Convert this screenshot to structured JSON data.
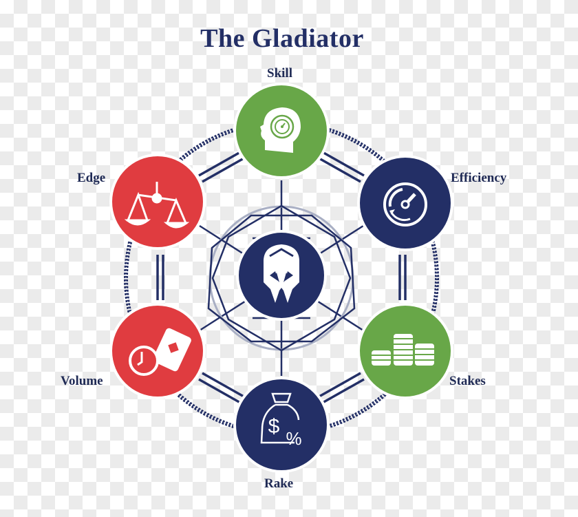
{
  "title": "The Gladiator",
  "colors": {
    "navy": "#232f66",
    "green": "#68a748",
    "red": "#e03c40",
    "ring_gray": "#a9afc4",
    "white": "#ffffff"
  },
  "center": {
    "icon": "spartan-helmet-icon",
    "color": "#232f66"
  },
  "nodes": [
    {
      "id": "skill",
      "label": "Skill",
      "icon": "head-gear-icon",
      "color": "#68a748"
    },
    {
      "id": "efficiency",
      "label": "Efficiency",
      "icon": "speedometer-icon",
      "color": "#232f66"
    },
    {
      "id": "stakes",
      "label": "Stakes",
      "icon": "coin-stacks-icon",
      "color": "#68a748"
    },
    {
      "id": "rake",
      "label": "Rake",
      "icon": "money-bag-percent-icon",
      "color": "#232f66"
    },
    {
      "id": "volume",
      "label": "Volume",
      "icon": "clock-card-icon",
      "color": "#e03c40"
    },
    {
      "id": "edge",
      "label": "Edge",
      "icon": "balance-scale-icon",
      "color": "#e03c40"
    }
  ]
}
